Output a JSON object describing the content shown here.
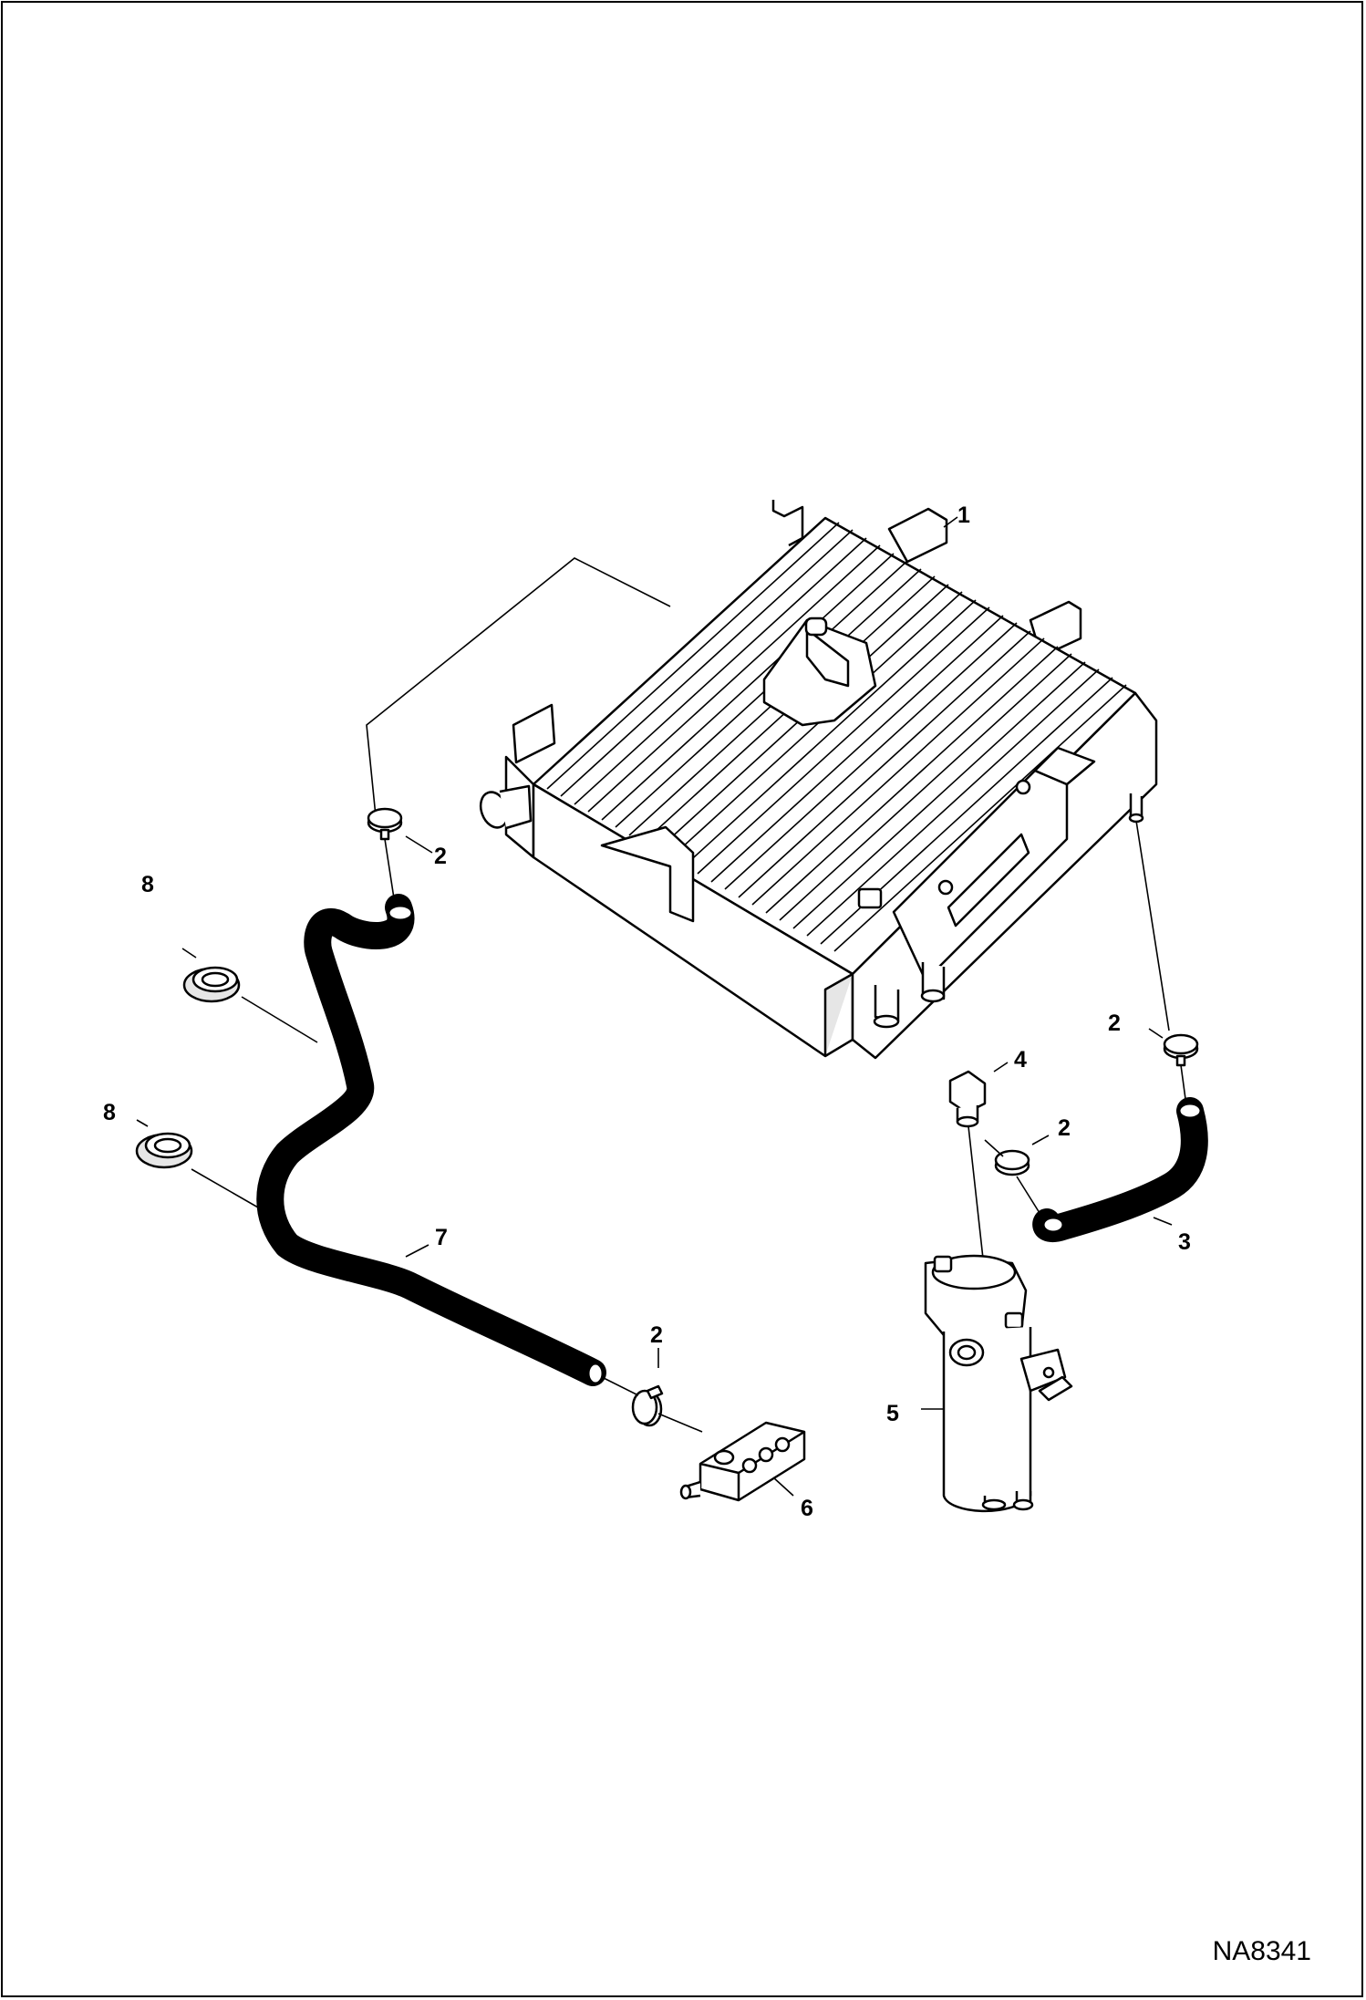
{
  "figure_id": "NA8341",
  "callouts": {
    "radiator": "1",
    "clamp_a": "2",
    "clamp_b": "2",
    "clamp_c": "2",
    "clamp_d": "2",
    "hose_short": "3",
    "fitting": "4",
    "filter": "5",
    "manifold": "6",
    "hose_long": "7",
    "grommet_a": "8",
    "grommet_b": "8"
  },
  "colors": {
    "line": "#000000",
    "hose": "#000000",
    "body": "#e6e6e6",
    "background": "#ffffff"
  }
}
